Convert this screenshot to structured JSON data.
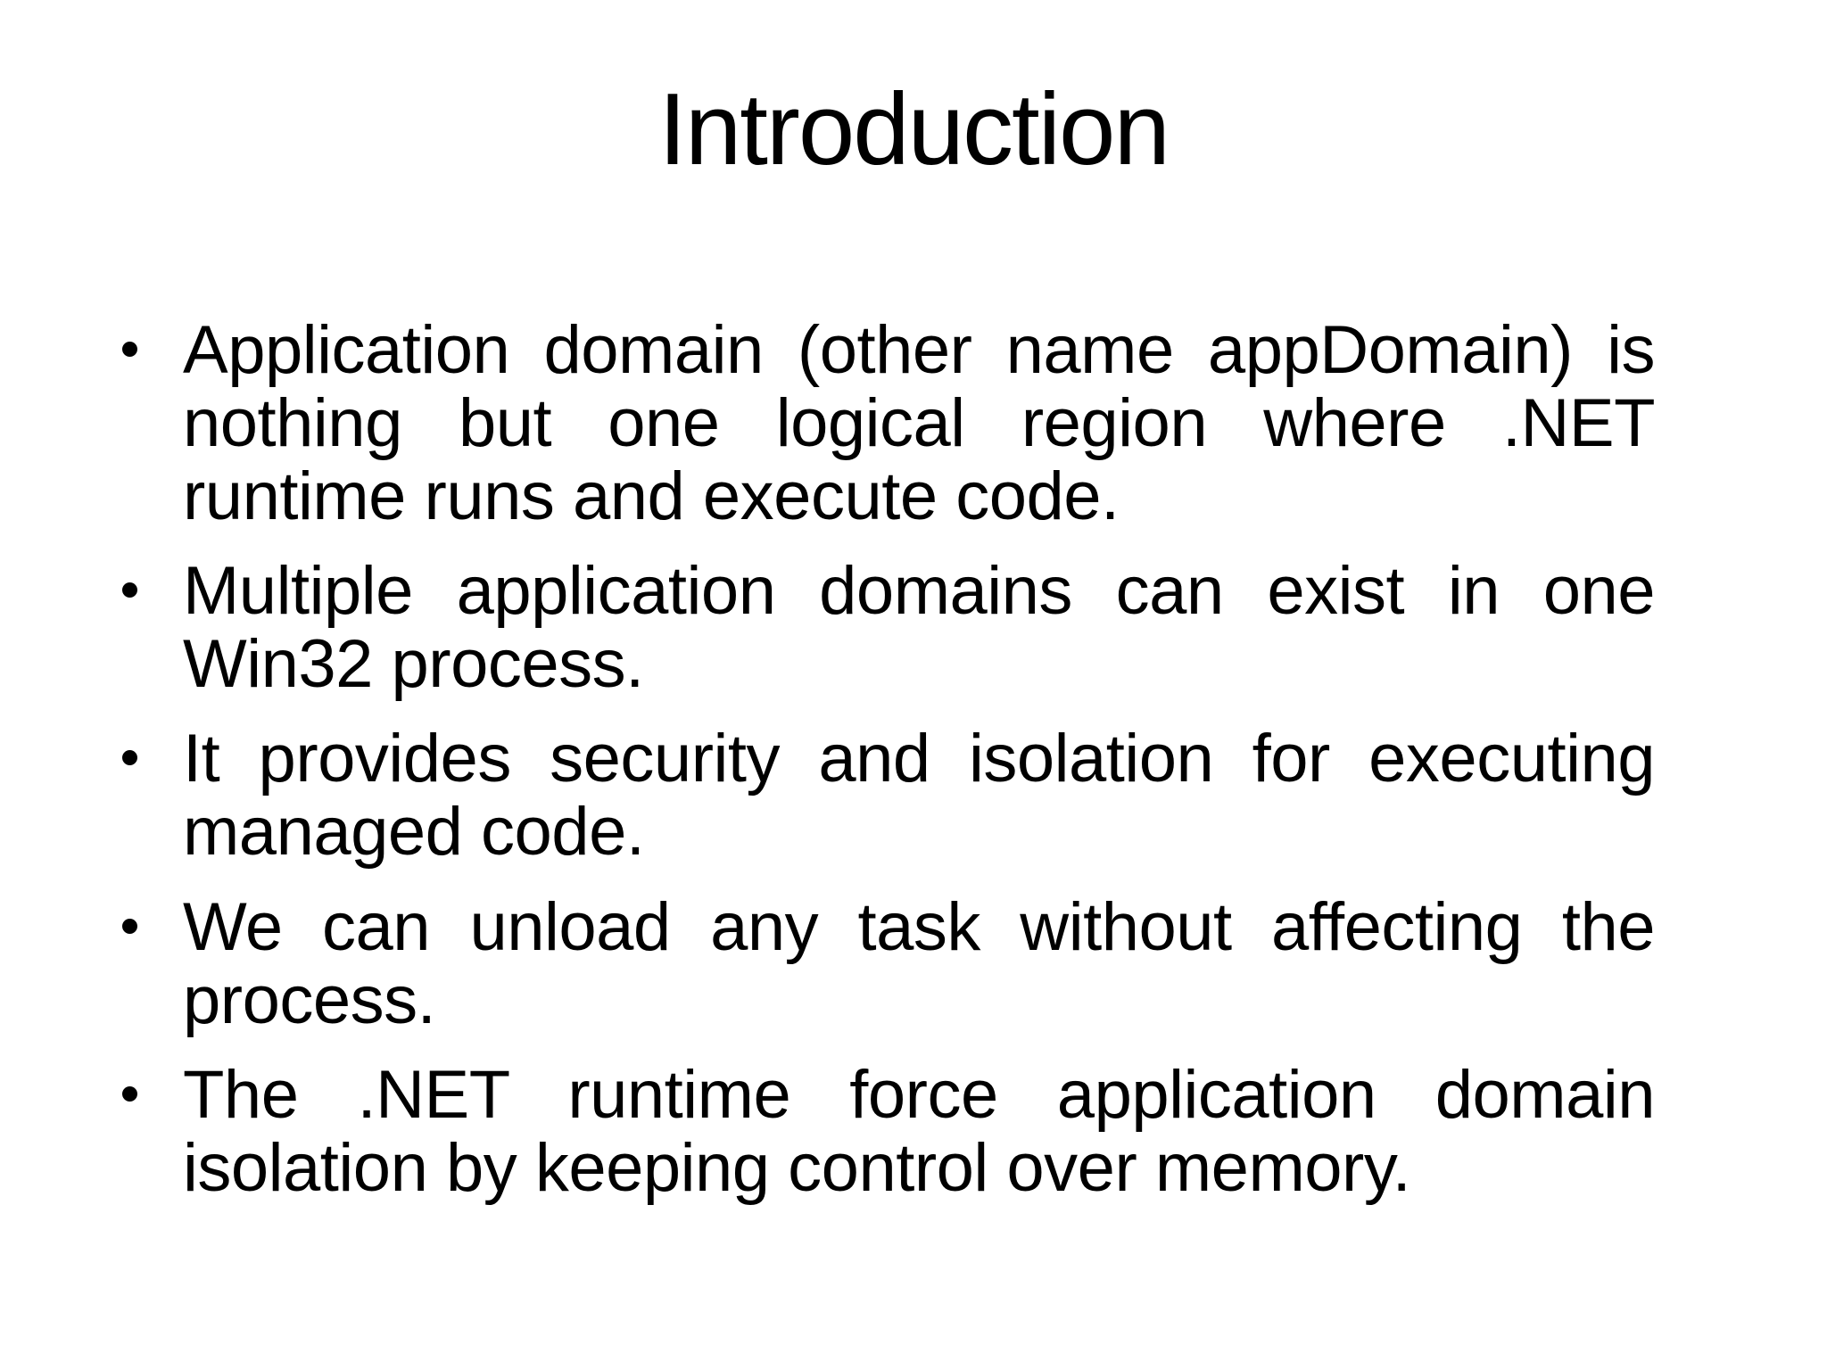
{
  "slide": {
    "title": "Introduction",
    "bullets": [
      "Application domain (other name appDomain) is nothing but one logical region where .NET runtime runs and execute code.",
      "Multiple application domains can exist in one Win32 process.",
      "It provides security and isolation for executing managed code.",
      "We can unload any task without affecting the process.",
      "The .NET runtime force application domain isolation by keeping control over memory."
    ]
  },
  "colors": {
    "background": "#ffffff",
    "text": "#000000"
  }
}
